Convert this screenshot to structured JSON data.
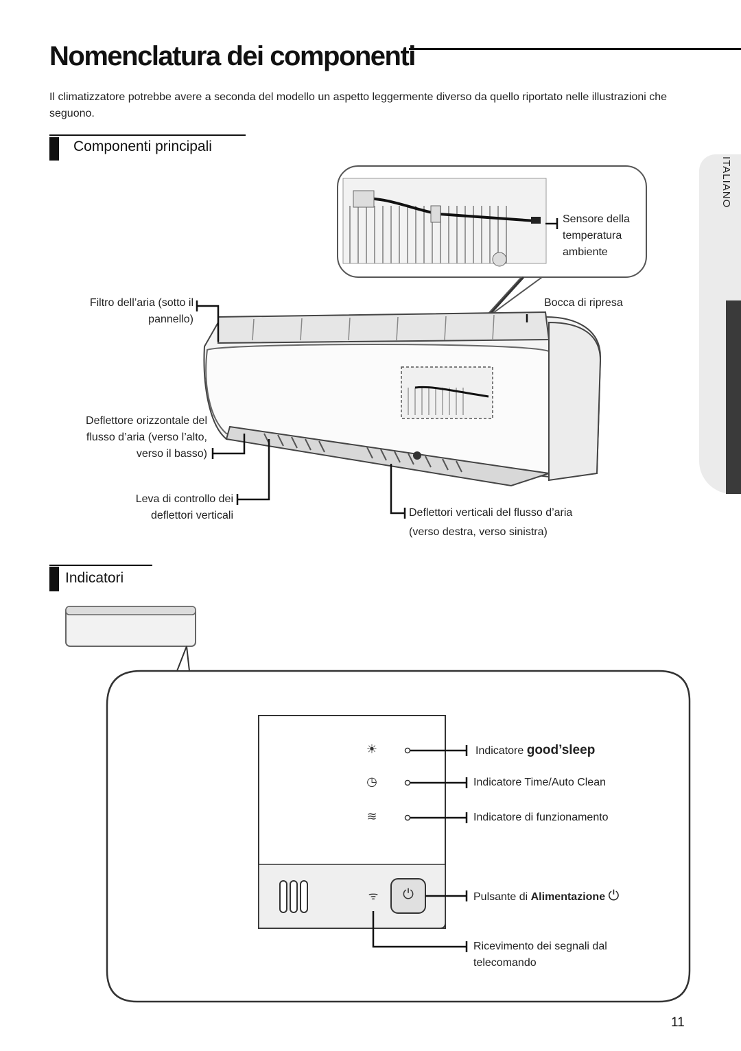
{
  "page": {
    "title": "Nomenclatura dei componenti",
    "intro": "Il climatizzatore potrebbe avere a seconda del modello un aspetto leggermente diverso da quello riportato nelle illustrazioni che seguono.",
    "language_tab": "ITALIANO",
    "page_number": "11"
  },
  "main_components": {
    "heading": "Componenti principali",
    "labels": {
      "sensor": [
        "Sensore della",
        "temperatura",
        "ambiente"
      ],
      "intake": "Bocca di ripresa",
      "filter": [
        "Filtro dell’aria (sotto il",
        "pannello)"
      ],
      "h_deflector": [
        "Deflettore orizzontale del",
        "flusso d’aria (verso l’alto,",
        "verso il basso)"
      ],
      "lever": [
        "Leva di controllo dei",
        "deflettori verticali"
      ],
      "v_deflectors": [
        "Deflettori verticali del flusso d’aria",
        "(verso destra, verso sinistra)"
      ]
    }
  },
  "indicators": {
    "heading": "Indicatori",
    "labels": {
      "goodsleep_prefix": "Indicatore",
      "goodsleep_brand": "good’sleep",
      "timer": "Indicatore Time/Auto Clean",
      "operation": "Indicatore di funzionamento",
      "power_prefix": "Pulsante di",
      "power_bold": "Alimentazione",
      "receiver": [
        "Ricevimento dei segnali dal",
        "telecomando"
      ]
    },
    "icons": [
      "goodsleep-icon",
      "timer-icon",
      "operation-icon",
      "power-icon",
      "signal-icon"
    ],
    "glyphs": {
      "goodsleep": "☀",
      "timer": "◷",
      "operation": "≋",
      "signal": "ᯤ",
      "power": "⏻"
    }
  }
}
